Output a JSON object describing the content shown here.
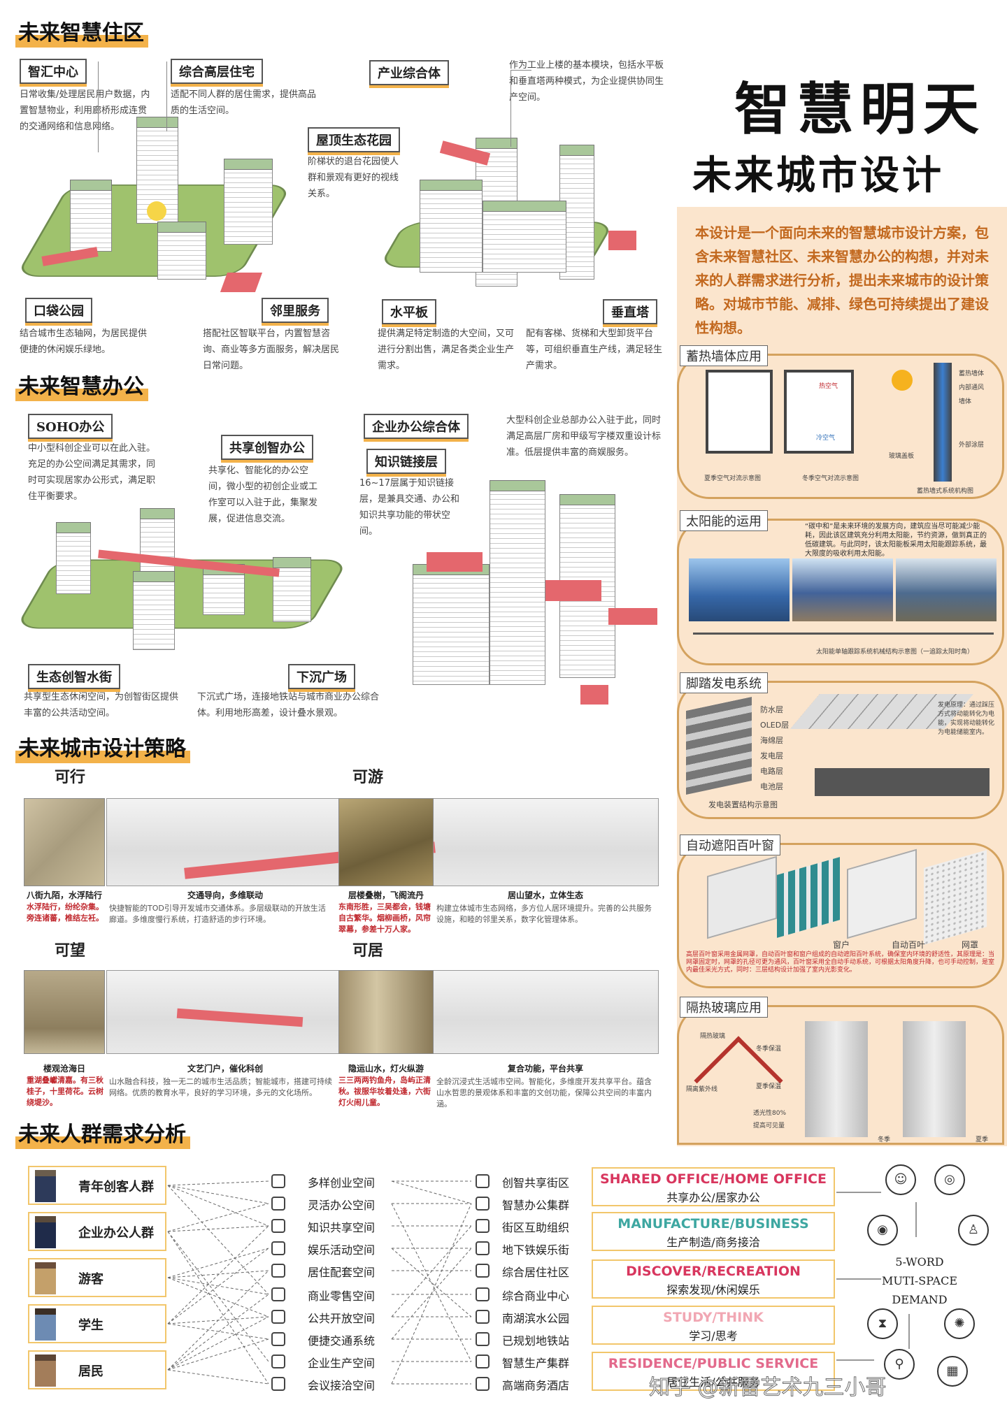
{
  "headings": {
    "community": "未来智慧住区",
    "office": "未来智慧办公",
    "strategy": "未来城市设计策略",
    "demand": "未来人群需求分析"
  },
  "title": {
    "line1": "智慧明天",
    "line2": "未来城市设计"
  },
  "intro": "本设计是一个面向未来的智慧城市设计方案，包含未来智慧社区、未来智慧办公的构想，并对未来的人群需求进行分析，提出未来城市的设计策略。对城市节能、减排、绿色可持续提出了建设性构想。",
  "community": {
    "hub": {
      "label": "智汇中心",
      "text": "日常收集/处理居民用户数据，内置智慧物业，利用廊桥形成连贯的交通网络和信息网络。"
    },
    "highrise": {
      "label": "综合高层住宅",
      "text": "适配不同人群的居住需求，提供高品质的生活空间。"
    },
    "roof": {
      "label": "屋顶生态花园",
      "text": "阶梯状的退台花园使人群和景观有更好的视线关系。"
    },
    "pocket": {
      "label": "口袋公园",
      "text": "结合城市生态轴网，为居民提供便捷的休闲娱乐绿地。"
    },
    "neighbor": {
      "label": "邻里服务",
      "text": "搭配社区智联平台，内置智慧咨询、商业等多方面服务，解决居民日常问题。"
    },
    "industry": {
      "label": "产业综合体",
      "text": "作为工业上楼的基本模块，包括水平板和垂直塔两种模式，为企业提供协同生产空间。"
    },
    "horizontal": {
      "label": "水平板",
      "text": "提供满足特定制造的大空间，又可进行分割出售，满足各类企业生产需求。"
    },
    "vertical": {
      "label": "垂直塔",
      "text": "配有客梯、货梯和大型卸货平台等，可组织垂直生产线，满足轻生产需求。"
    }
  },
  "office": {
    "soho": {
      "label": "SOHO办公",
      "text": "中小型科创企业可以在此入驻。充足的办公空间满足其需求，同时可实现居家办公形式，满足职住平衡要求。"
    },
    "cowork": {
      "label": "共享创智办公",
      "text": "共享化、智能化的办公空间，微小型的初创企业或工作室可以入驻于此，集聚发展，促进信息交流。"
    },
    "complex": {
      "label": "企业办公综合体",
      "text": "大型科创企业总部办公入驻于此，同时满足高层厂房和甲级写字楼双重设计标准。低层提供丰富的商娱服务。"
    },
    "link": {
      "label": "知识链接层",
      "text": "16~17层属于知识链接层，是兼具交通、办公和知识共享功能的带状空间。"
    },
    "water": {
      "label": "生态创智水街",
      "text": "共享型生态休闲空间，为创智街区提供丰富的公共活动空间。"
    },
    "plaza": {
      "label": "下沉广场",
      "text": "下沉式广场，连接地铁站与城市商业办公综合体。利用地形高差，设计叠水景观。"
    }
  },
  "strategy": [
    {
      "tag": "可行",
      "paint_caption": "八街九陌，水浮陆行",
      "quote": "水浮陆行，纷纶杂集。旁连诸蕃，椎结左衽。",
      "render_caption": "交通导向，多维联动",
      "text": "快捷智能的TOD引导开发城市交通体系。多层级联动的开放生活廊道。多维度慢行系统，打造舒适的步行环境。"
    },
    {
      "tag": "可游",
      "paint_caption": "层楼叠榭，飞阁流丹",
      "quote": "东南形胜，三吴都会，钱塘自古繁华。烟柳画桥，风帘翠幕，参差十万人家。",
      "render_caption": "居山望水，立体生态",
      "text": "构建立体城市生态网络，多方位人居环境提升。完善的公共服务设施，和睦的邻里关系，数字化管理体系。"
    },
    {
      "tag": "可望",
      "paint_caption": "楼观沧海日",
      "quote": "重湖叠巘清嘉。有三秋桂子，十里荷花。云树绕堤沙。",
      "render_caption": "文艺门户，催化科创",
      "text": "山水融合科技，独一无二的城市生活品质；智能城市，搭建可持续网络。优质的教育水平，良好的学习环境，多元的文化场所。"
    },
    {
      "tag": "可居",
      "paint_caption": "隐运山水，灯火纵游",
      "quote": "三三两两钓鱼舟，岛屿正清秋。祓服华妆着处逢，六街灯火闹儿童。",
      "render_caption": "复合功能，平台共享",
      "text": "全龄沉浸式生活城市空间。智能化，多维度开发共享平台。蕴含山水哲思的景观体系和丰富的文创功能，保障公共空间的丰富内涵。"
    }
  ],
  "panels": {
    "wall": {
      "title": "蓄热墙体应用",
      "labels": [
        "热空气",
        "冷空气",
        "夏季空气对流示意图",
        "冬季空气对流示意图",
        "蓄热墙体",
        "内部通风",
        "墙体",
        "外部涂层",
        "玻璃盖板",
        "蓄热墙式系统机构图"
      ]
    },
    "solar": {
      "title": "太阳能的运用",
      "text": "“碳中和”是未来环境的发展方向，建筑应当尽可能减少能耗，因此该区建筑充分利用太阳能，节约资源，做到真正的低碳建筑。与此同时，该太阳能板采用太阳能跟踪系统，最大限度的吸收利用太阳能。",
      "caption": "太阳能单轴跟踪系统机械结构示意图（一追踪太阳时角）"
    },
    "step": {
      "title": "脚踏发电系统",
      "layers": [
        "防水层",
        "OLED层",
        "海绵层",
        "发电层",
        "电路层",
        "电池层"
      ],
      "caption": "发电装置结构示意图",
      "note": "发电原理：通过踩压方式将动能转化为电能，实现将动能转化为电能储能室内。"
    },
    "louver": {
      "title": "自动遮阳百叶窗",
      "labels": [
        "窗户",
        "自动百叶",
        "网罩"
      ],
      "text": "高层百叶窗采用金属网罩，自动百叶窗和窗户组成的自动遮阳百叶系统，确保室内环境的舒适性，其原理是：当网罩固定时，网罩的孔径可更为通风，百叶窗采用全自动手动系统，可根据太阳角度升降，也可手动控制，是室内最佳采光方式，同时：三层结构设计加强了室内光影变化。"
    },
    "glass": {
      "title": "隔热玻璃应用",
      "labels": [
        "隔热玻璃",
        "隔离紫外线",
        "冬季保温",
        "夏季保温",
        "透光性80%",
        "提高可见量",
        "冬季",
        "夏季"
      ]
    }
  },
  "demand": {
    "people": [
      "青年创客人群",
      "企业办公人群",
      "游客",
      "学生",
      "居民"
    ],
    "spaces": [
      "多样创业空间",
      "灵活办公空间",
      "知识共享空间",
      "娱乐活动空间",
      "居住配套空间",
      "商业零售空间",
      "公共开放空间",
      "便捷交通系统",
      "企业生产空间",
      "会议接洽空间"
    ],
    "places": [
      "创智共享街区",
      "智慧办公集群",
      "街区互助组织",
      "地下铁娱乐街",
      "综合居住社区",
      "综合商业中心",
      "南湖滨水公园",
      "已规划地铁站",
      "智慧生产集群",
      "高端商务酒店"
    ],
    "outcomes": [
      {
        "en": "SHARED OFFICE/HOME OFFICE",
        "zh": "共享办公/居家办公",
        "color": "#d8365e"
      },
      {
        "en": "MANUFACTURE/BUSINESS",
        "zh": "生产制造/商务接洽",
        "color": "#3ea7a1"
      },
      {
        "en": "DISCOVER/RECREATION",
        "zh": "探索发现/休闲娱乐",
        "color": "#d8365e"
      },
      {
        "en": "STUDY/THINK",
        "zh": "学习/思考",
        "color": "#f1a7b3"
      },
      {
        "en": "RESIDENCE/PUBLIC SERVICE",
        "zh": "居住生活/公共服务",
        "color": "#e36a8c"
      }
    ],
    "demand_title": [
      "5-WORD",
      "MUTI-SPACE",
      "DEMAND"
    ]
  },
  "watermark": "知乎 @新雷艺术九三小哥",
  "colors": {
    "accent": "#f3b24a",
    "panel": "#fbe5cd",
    "border": "#d4a25e",
    "bridge": "#e4676d",
    "green": "#9fc26d"
  }
}
